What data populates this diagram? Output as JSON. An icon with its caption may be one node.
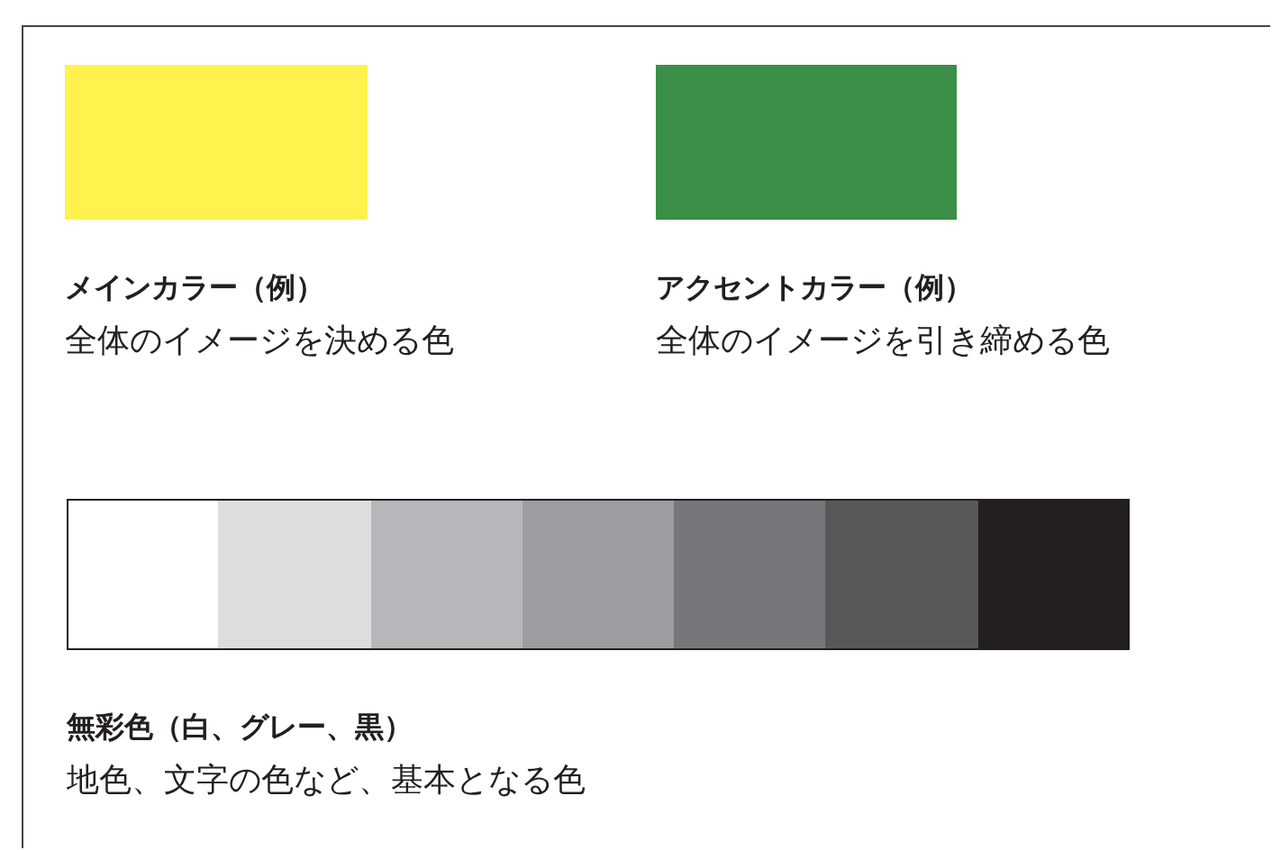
{
  "diagram": {
    "nodes": [
      {
        "text": [
          "メインカラー（例）",
          "全体のイメージを決める色"
        ]
      },
      {
        "text": [
          "アクセントカラー（例）",
          "全体のイメージを引き締める色"
        ]
      },
      {
        "text": [
          "無彩色（白、グレー、黒）",
          "地色、文字の色など、基本となる色"
        ]
      },
      {
        "text": [],
        "shape": "box",
        "in": 2
      },
      {
        "text": [],
        "shape": "box",
        "in": 2
      },
      {
        "text": [],
        "shape": "box",
        "in": 2
      },
      {
        "text": [],
        "shape": "box",
        "in": 2
      },
      {
        "text": [],
        "shape": "box",
        "in": 2
      },
      {
        "text": [],
        "shape": "box",
        "in": 2
      },
      {
        "text": [],
        "shape": "box",
        "in": 2
      }
    ]
  }
}
